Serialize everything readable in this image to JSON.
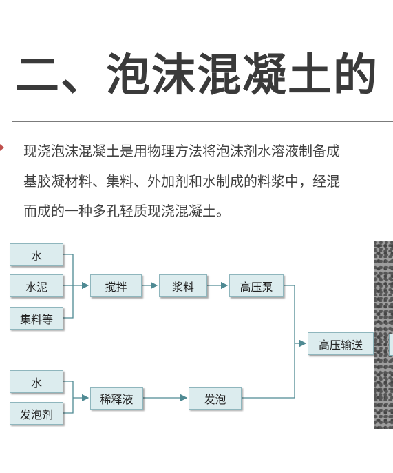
{
  "title": "二、泡沫混凝土的",
  "paragraph": [
    "现浇泡沫混凝土是用物理方法将泡沫剂水溶液制备成",
    "基胶凝材料、集料、外加剂和水制成的料浆中，经混",
    "而成的一种多孔轻质现浇混凝土。"
  ],
  "colors": {
    "box_fill": "#dcecee",
    "box_border": "#8fb6bd",
    "line": "#4f8a93",
    "bullet": "#c0504d"
  },
  "flow": {
    "water1": "水",
    "cement": "水泥",
    "aggregate": "集料等",
    "mix": "搅拌",
    "slurry": "浆料",
    "hp_pump": "高压泵",
    "hp_convey": "高压输送",
    "water2": "水",
    "foam_agent": "发泡剂",
    "dilute": "稀释液",
    "foaming": "发泡"
  }
}
